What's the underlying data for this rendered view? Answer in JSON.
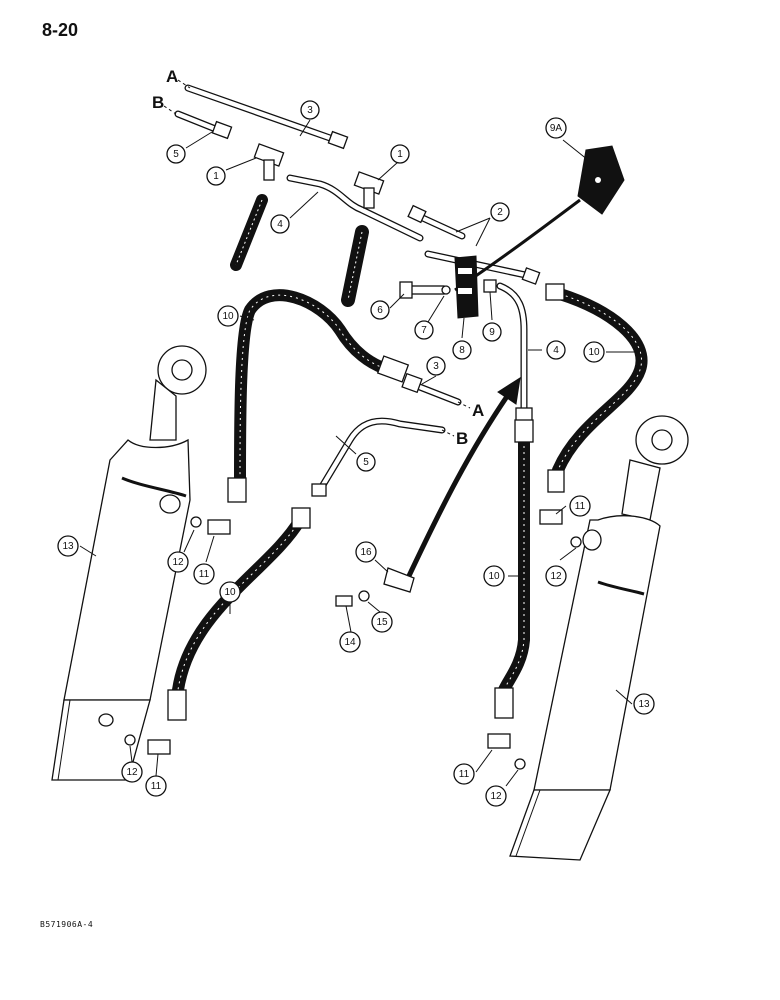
{
  "page": {
    "number": "8-20",
    "reference": "B571906A-4"
  },
  "line_labels": [
    "A",
    "B",
    "A",
    "B"
  ],
  "callouts": [
    {
      "id": "c-3-top",
      "label": "3"
    },
    {
      "id": "c-5-top",
      "label": "5"
    },
    {
      "id": "c-1-left",
      "label": "1"
    },
    {
      "id": "c-1-right",
      "label": "1"
    },
    {
      "id": "c-4-top",
      "label": "4"
    },
    {
      "id": "c-9a",
      "label": "9A"
    },
    {
      "id": "c-2",
      "label": "2"
    },
    {
      "id": "c-6",
      "label": "6"
    },
    {
      "id": "c-7",
      "label": "7"
    },
    {
      "id": "c-8",
      "label": "8"
    },
    {
      "id": "c-9",
      "label": "9"
    },
    {
      "id": "c-10-top-left",
      "label": "10"
    },
    {
      "id": "c-3-mid",
      "label": "3"
    },
    {
      "id": "c-4-mid",
      "label": "4"
    },
    {
      "id": "c-10-top-right",
      "label": "10"
    },
    {
      "id": "c-5-mid",
      "label": "5"
    },
    {
      "id": "c-13-left",
      "label": "13"
    },
    {
      "id": "c-12-left-upper",
      "label": "12"
    },
    {
      "id": "c-11-left-upper",
      "label": "11"
    },
    {
      "id": "c-10-left-lower",
      "label": "10"
    },
    {
      "id": "c-16",
      "label": "16"
    },
    {
      "id": "c-14",
      "label": "14"
    },
    {
      "id": "c-15",
      "label": "15"
    },
    {
      "id": "c-10-right-lower",
      "label": "10"
    },
    {
      "id": "c-11-right-upper",
      "label": "11"
    },
    {
      "id": "c-12-right-upper",
      "label": "12"
    },
    {
      "id": "c-13-right",
      "label": "13"
    },
    {
      "id": "c-12-left-lower",
      "label": "12"
    },
    {
      "id": "c-11-left-lower",
      "label": "11"
    },
    {
      "id": "c-11-right-lower",
      "label": "11"
    },
    {
      "id": "c-12-right-lower",
      "label": "12"
    }
  ]
}
